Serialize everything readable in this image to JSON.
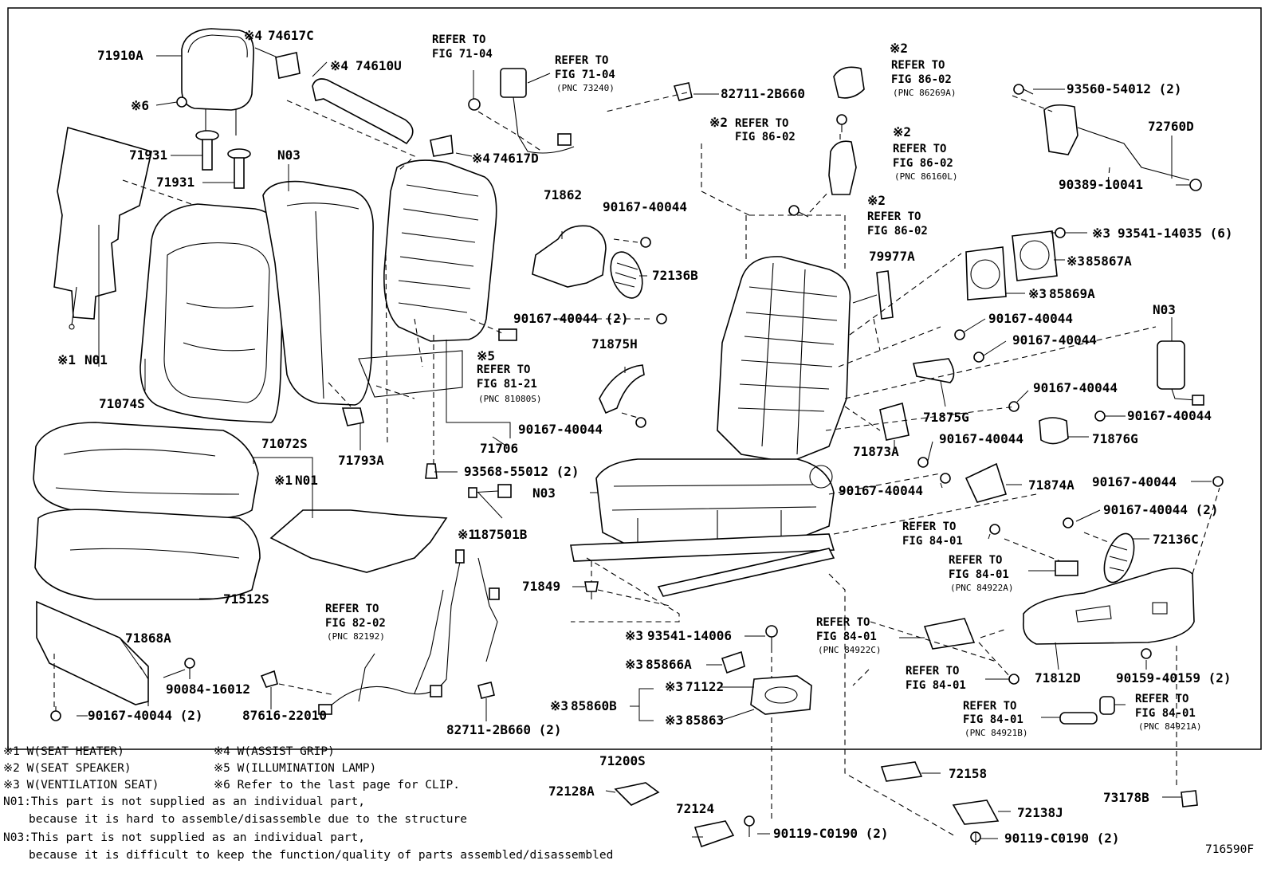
{
  "figure_code": "716590F",
  "labels": [
    "71910A",
    "74617C",
    "74610U",
    "71931",
    "71931",
    "N03",
    "74617D",
    "71074S",
    "N01",
    "71072S",
    "N01",
    "71512S",
    "71868A",
    "90084-16012",
    "90167-40044 (2)",
    "87616-22010",
    "82711-2B660 (2)",
    "71793A",
    "71706",
    "93568-55012 (2)",
    "187501B",
    "71862",
    "90167-40044",
    "72136B",
    "90167-40044 (2)",
    "71875H",
    "90167-40044",
    "N03",
    "71849",
    "93541-14006",
    "85866A",
    "71122",
    "85860B",
    "85863",
    "71200S",
    "72128A",
    "72124",
    "90119-C0190 (2)",
    "82711-2B660",
    "93560-54012 (2)",
    "72760D",
    "90389-10041",
    "93541-14035 (6)",
    "85867A",
    "85869A",
    "79977A",
    "N03",
    "90167-40044",
    "90167-40044",
    "71875G",
    "90167-40044",
    "90167-40044",
    "71876G",
    "90167-40044",
    "71873A",
    "90167-40044",
    "71874A",
    "90167-40044",
    "90167-40044 (2)",
    "72136C",
    "71812D",
    "90159-40159 (2)",
    "72158",
    "72138J",
    "90119-C0190 (2)",
    "73178B"
  ],
  "marks": [
    "※6",
    "※4",
    "※4",
    "※4",
    "※1",
    "※1",
    "※5",
    "※1",
    "※3",
    "※3",
    "※3",
    "※3",
    "※3",
    "※3",
    "※3",
    "※2",
    "※2",
    "※2",
    "※2",
    "※3"
  ],
  "references": [
    {
      "line1": "REFER TO",
      "line2": "FIG 71-04",
      "pnc": ""
    },
    {
      "line1": "REFER TO",
      "line2": "FIG 71-04",
      "pnc": "(PNC 73240)"
    },
    {
      "line1": "REFER TO",
      "line2": "FIG 81-21",
      "pnc": "(PNC 81080S)"
    },
    {
      "line1": "REFER TO",
      "line2": "FIG 82-02",
      "pnc": "(PNC 82192)"
    },
    {
      "line1": "REFER TO",
      "line2": "FIG 86-02",
      "pnc": "(PNC 86269A)"
    },
    {
      "line1": "REFER TO",
      "line2": "FIG 86-02",
      "pnc": ""
    },
    {
      "line1": "REFER TO",
      "line2": "FIG 86-02",
      "pnc": "(PNC 86160L)"
    },
    {
      "line1": "REFER TO",
      "line2": "FIG 86-02",
      "pnc": ""
    },
    {
      "line1": "REFER TO",
      "line2": "FIG 84-01",
      "pnc": ""
    },
    {
      "line1": "REFER TO",
      "line2": "FIG 84-01",
      "pnc": "(PNC 84922A)"
    },
    {
      "line1": "REFER TO",
      "line2": "FIG 84-01",
      "pnc": "(PNC 84922C)"
    },
    {
      "line1": "REFER TO",
      "line2": "FIG 84-01",
      "pnc": ""
    },
    {
      "line1": "REFER TO",
      "line2": "FIG 84-01",
      "pnc": "(PNC 84921B)"
    },
    {
      "line1": "REFER TO",
      "line2": "FIG 84-01",
      "pnc": "(PNC 84921A)"
    }
  ],
  "legend": [
    "※1 W(SEAT HEATER)",
    "※2 W(SEAT SPEAKER)",
    "※3 W(VENTILATION SEAT)",
    "※4 W(ASSIST GRIP)",
    "※5 W(ILLUMINATION LAMP)",
    "※6 Refer to the last page for CLIP."
  ],
  "notes": [
    "N01:This part is not supplied as an individual part,",
    "because it is hard to assemble/disassemble due to the structure",
    "N03:This part is not supplied as an individual part,",
    "because it is difficult to keep the function/quality of parts assembled/disassembled"
  ]
}
